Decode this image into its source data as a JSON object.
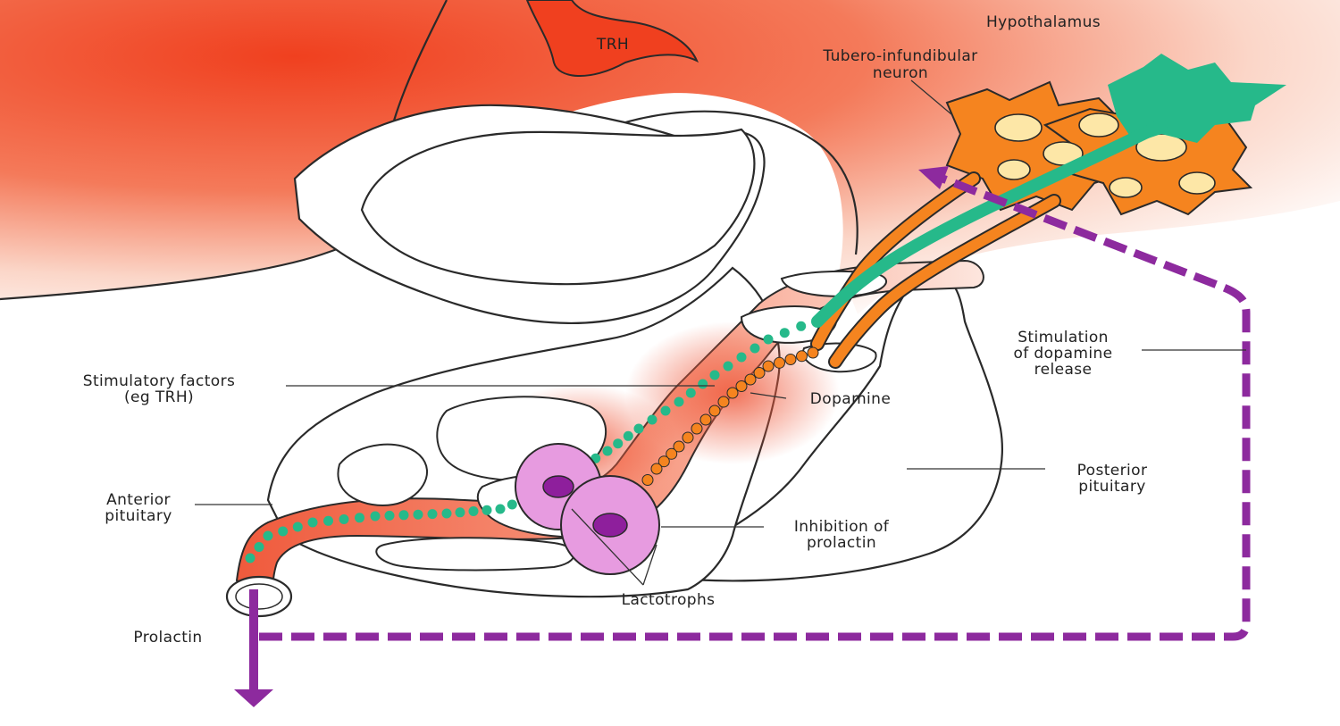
{
  "labels": {
    "hypothalamus": "Hypothalamus",
    "trh": "TRH",
    "neuron_line1": "Tubero-infundibular",
    "neuron_line2": "neuron",
    "stim_line1": "Stimulatory factors",
    "stim_line2": "(eg TRH)",
    "dopamine": "Dopamine",
    "stim_release_line1": "Stimulation",
    "stim_release_line2": "of dopamine",
    "stim_release_line3": "release",
    "anterior_line1": "Anterior",
    "anterior_line2": "pituitary",
    "posterior_line1": "Posterior",
    "posterior_line2": "pituitary",
    "inhibition_line1": "Inhibition of",
    "inhibition_line2": "prolactin",
    "lactotrophs": "Lactotrophs",
    "prolactin": "Prolactin"
  },
  "colors": {
    "hypothalamus_red": "#f04a2a",
    "vessel_red": "#ef5a3c",
    "neuron_orange": "#f5841f",
    "neuron_green": "#26b98a",
    "lactotroph_pink": "#e79be0",
    "nucleus_purple": "#8e1f9c",
    "feedback_purple": "#8d2a9e"
  }
}
